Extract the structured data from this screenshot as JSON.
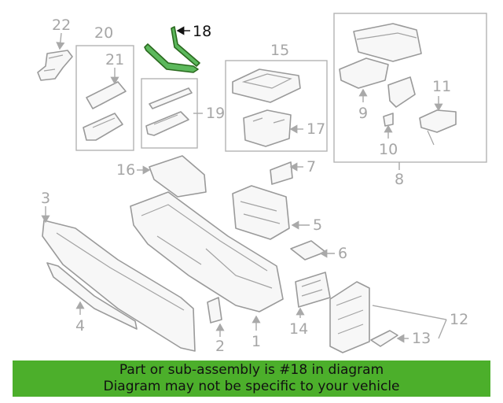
{
  "diagram": {
    "highlight_part": "18",
    "highlight_color": "#5cb85c",
    "callouts": [
      "1",
      "2",
      "3",
      "4",
      "5",
      "6",
      "7",
      "8",
      "9",
      "10",
      "11",
      "12",
      "13",
      "14",
      "15",
      "16",
      "17",
      "18",
      "19",
      "20",
      "21",
      "22"
    ]
  },
  "banner": {
    "line1": "Part or sub-assembly is #18 in diagram",
    "line2": "Diagram may not be specific to your vehicle",
    "background": "#4caf2b"
  }
}
